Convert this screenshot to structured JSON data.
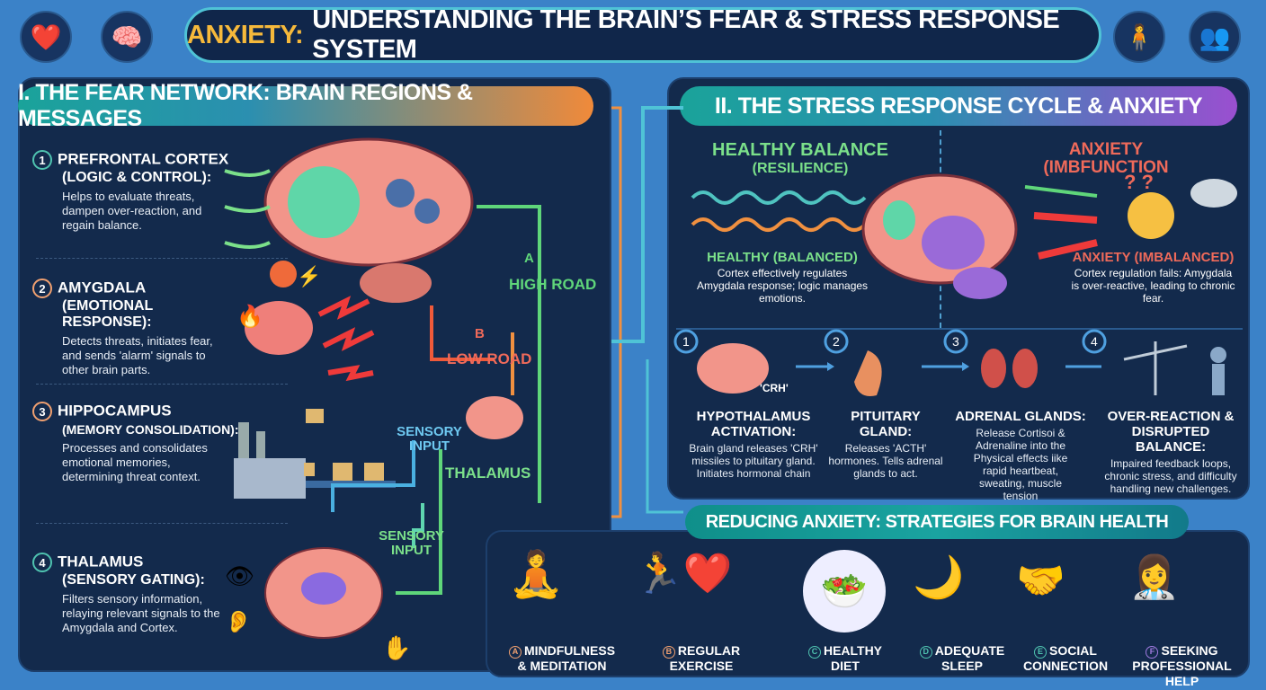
{
  "header": {
    "title_highlight": "ANXIETY:",
    "title_rest": "UNDERSTANDING THE BRAIN’S FEAR & STRESS RESPONSE SYSTEM",
    "icons": [
      "heart-icon",
      "brain-icon",
      "person-stress-icon",
      "people-group-icon"
    ]
  },
  "fear_network": {
    "title": "I. THE FEAR NETWORK: BRAIN REGIONS & MESSAGES",
    "regions": [
      {
        "num": "1",
        "name": "PREFRONTAL CORTEX",
        "sub": "(LOGIC & CONTROL):",
        "desc": "Helps to evaluate threats, dampen over-reaction, and regain balance.",
        "color": "#4fc3b0"
      },
      {
        "num": "2",
        "name": "AMYGDALA",
        "sub": "(EMOTIONAL RESPONSE):",
        "desc": "Detects threats, initiates fear, and sends 'alarm' signals to other brain parts.",
        "color": "#f0a070"
      },
      {
        "num": "3",
        "name": "HIPPOCAMPUS",
        "sub": "(MEMORY CONSOLIDATION):",
        "desc": "Processes and consolidates emotional memories, determining threat context.",
        "color": "#f0a070"
      },
      {
        "num": "4",
        "name": "THALAMUS",
        "sub": "(SENSORY GATING):",
        "desc": "Filters sensory information, relaying relevant signals to the Amygdala and Cortex.",
        "color": "#4fc3b0"
      }
    ],
    "diagram": {
      "high_road_letter": "A",
      "high_road": "HIGH ROAD",
      "low_road_letter": "B",
      "low_road": "LOW ROAD",
      "sensory_input_1": "SENSORY INPUT",
      "sensory_input_2": "SENSORY INPUT",
      "thalamus": "THALAMUS"
    }
  },
  "stress_cycle": {
    "title": "II. THE STRESS RESPONSE CYCLE & ANXIETY",
    "healthy": {
      "heading": "HEALTHY BALANCE",
      "sub": "(RESILIENCE)",
      "label": "HEALTHY (BALANCED)",
      "desc": "Cortex effectively regulates Amygdala response; logic manages emotions."
    },
    "anxiety": {
      "heading": "ANXIETY (IMBFUNCTION",
      "label": "ANXIETY (IMBALANCED)",
      "desc": "Cortex regulation fails: Amygdala is over-reactive, leading to chronic fear."
    },
    "crh_tag": "'CRH'",
    "steps": [
      {
        "num": "1",
        "title": "HYPOTHALAMUS ACTIVATION:",
        "desc": "Brain gland releases 'CRH' missiles to pituitary gland. Initiates hormonal chain"
      },
      {
        "num": "2",
        "title": "PITUITARY GLAND:",
        "desc": "Releases 'ACTH' hormones. Tells adrenal glands to act."
      },
      {
        "num": "3",
        "title": "ADRENAL GLANDS:",
        "desc": "Release Cortisoi & Adrenaline into the Physical effects iike rapid heartbeat, sweating, muscle tension"
      },
      {
        "num": "4",
        "title": "OVER-REACTION & DISRUPTED BALANCE:",
        "desc": "Impaired feedback loops, chronic stress, and difficulty handling new challenges."
      }
    ]
  },
  "strategies": {
    "title": "REDUCING ANXIETY: STRATEGIES FOR BRAIN HEALTH",
    "items": [
      {
        "letter": "A",
        "line1": "MINDFULNESS",
        "line2": "& MEDITATION",
        "icon": "meditation-icon",
        "color": "#f0a070"
      },
      {
        "letter": "B",
        "line1": "REGULAR",
        "line2": "EXERCISE",
        "icon": "running-heart-icon",
        "color": "#f0a070"
      },
      {
        "letter": "C",
        "line1": "HEALTHY",
        "line2": "DIET",
        "icon": "food-plate-icon",
        "color": "#4fc3b0"
      },
      {
        "letter": "D",
        "line1": "ADEQUATE",
        "line2": "SLEEP",
        "icon": "moon-clock-icon",
        "color": "#4fc3b0"
      },
      {
        "letter": "E",
        "line1": "SOCIAL",
        "line2": "CONNECTION",
        "icon": "people-talking-icon",
        "color": "#4fc3b0"
      },
      {
        "letter": "F",
        "line1": "SEEKING",
        "line2": "PROFESSIONAL HELP",
        "icon": "doctor-icon",
        "color": "#a07ae0"
      }
    ]
  },
  "colors": {
    "background": "#3b82c8",
    "panel": "#132a4c",
    "healthy": "#7be08a",
    "anxiety": "#ef6a5a",
    "title_accent": "#f6b93b"
  }
}
